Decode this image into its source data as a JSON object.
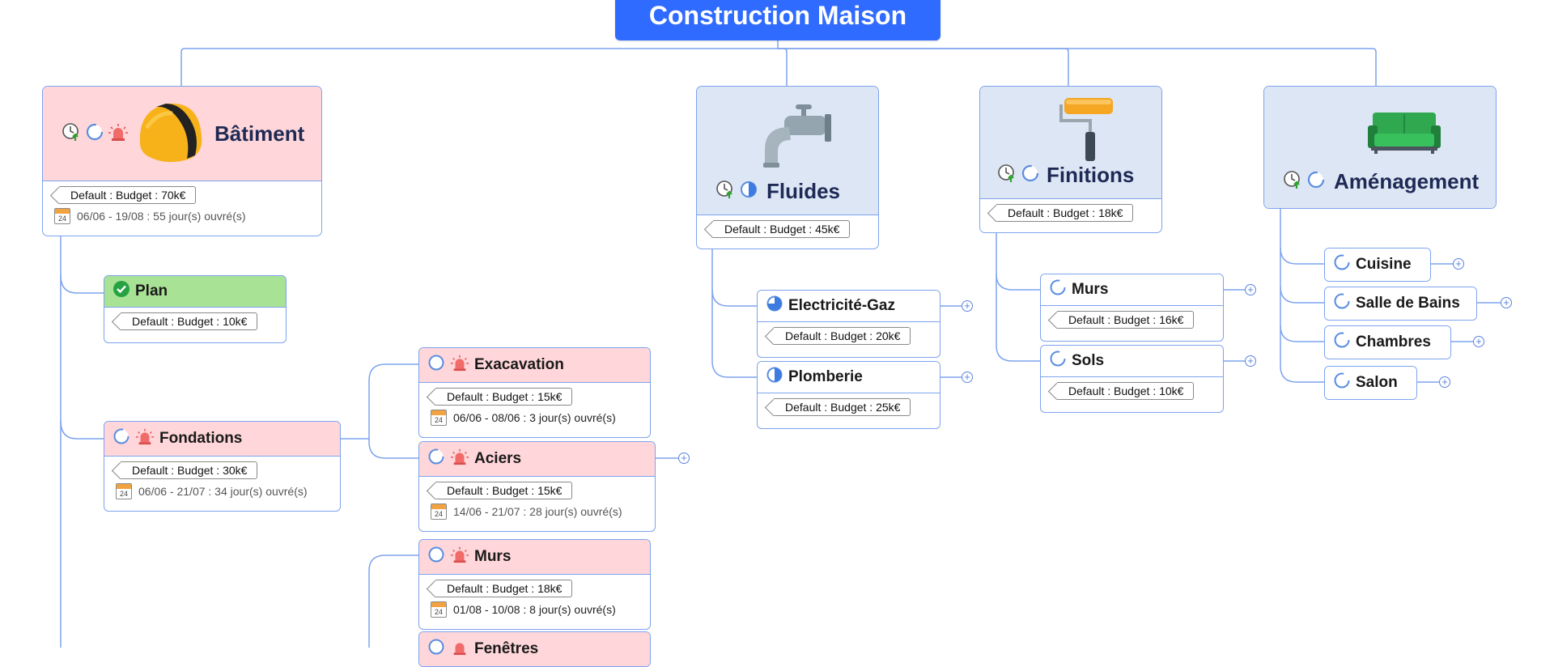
{
  "root": {
    "title": "Construction Maison"
  },
  "batiment": {
    "title": "Bâtiment",
    "budget": "Default : Budget : 70k€",
    "dates": "06/06 - 19/08 : 55 jour(s) ouvré(s)",
    "children": {
      "plan": {
        "title": "Plan",
        "budget": "Default : Budget : 10k€"
      },
      "fondations": {
        "title": "Fondations",
        "budget": "Default : Budget : 30k€",
        "dates": "06/06 - 21/07 : 34 jour(s) ouvré(s)",
        "children": {
          "excavation": {
            "title": "Exacavation",
            "budget": "Default : Budget : 15k€",
            "dates": "06/06 - 08/06 : 3 jour(s) ouvré(s)"
          },
          "aciers": {
            "title": "Aciers",
            "budget": "Default : Budget : 15k€",
            "dates": "14/06 - 21/07 : 28 jour(s) ouvré(s)"
          }
        }
      },
      "murs": {
        "title": "Murs",
        "budget": "Default : Budget : 18k€",
        "dates": "01/08 - 10/08 : 8 jour(s) ouvré(s)"
      },
      "fenetres": {
        "title": "Fenêtres"
      }
    }
  },
  "fluides": {
    "title": "Fluides",
    "budget": "Default : Budget : 45k€",
    "children": {
      "elec": {
        "title": "Electricité-Gaz",
        "budget": "Default : Budget : 20k€"
      },
      "plomberie": {
        "title": "Plomberie",
        "budget": "Default : Budget : 25k€"
      }
    }
  },
  "finitions": {
    "title": "Finitions",
    "budget": "Default : Budget : 18k€",
    "children": {
      "murs": {
        "title": "Murs",
        "budget": "Default : Budget : 16k€"
      },
      "sols": {
        "title": "Sols",
        "budget": "Default : Budget : 10k€"
      }
    }
  },
  "amenagement": {
    "title": "Aménagement",
    "children": [
      "Cuisine",
      "Salle de Bains",
      "Chambres",
      "Salon"
    ]
  },
  "colors": {
    "root": "#2f6bff",
    "connector": "#7da3ef",
    "alert_fill": "#ffd6d9",
    "done_fill": "#a8e294",
    "topic_fill": "#dde6f4"
  }
}
